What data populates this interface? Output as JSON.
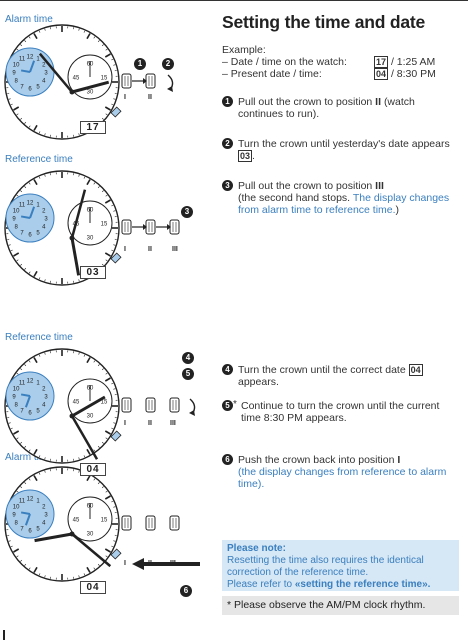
{
  "title": "Setting the time and date",
  "example": {
    "heading": "Example:",
    "row1_label": "– Date / time on the watch:",
    "row1_date": "17",
    "row1_value": "/ 1:25 AM",
    "row2_label": "– Present date / time:",
    "row2_date": "04",
    "row2_value": "/ 8:30 PM"
  },
  "steps": [
    {
      "num": "1",
      "text": "Pull out the crown to position",
      "bold": "II",
      "text2": "(watch continues to run)."
    },
    {
      "num": "2",
      "text": "Turn the crown until yesterday's date appears",
      "date": "03",
      "end": "."
    },
    {
      "num": "3",
      "text": "Pull out the crown to position",
      "bold": "III",
      "text2": "(the second hand stops.",
      "blue": "The display changes from alarm time to reference time.",
      "end": ")"
    },
    {
      "num": "4",
      "text": "Turn the crown until the correct date",
      "date": "04",
      "text2": "appears."
    },
    {
      "num": "5",
      "star": "*",
      "text": "Continue to turn the crown until the current time 8:30 PM appears."
    },
    {
      "num": "6",
      "text": "Push the crown back into position",
      "bold": "I",
      "blue": "(the display changes from reference to alarm time)."
    }
  ],
  "note": {
    "heading": "Please note:",
    "line1": "Resetting the time also requires the identical correction of the reference time.",
    "line2": "Please refer to",
    "link": "«setting the reference time».",
    "footnote": "* Please observe the AM/PM clock rhythm."
  },
  "illustrations": [
    {
      "label": "Alarm time",
      "date": "17",
      "positions": [
        "I",
        "II"
      ],
      "steps": [
        "1",
        "2"
      ]
    },
    {
      "label": "Reference time",
      "date": "03",
      "positions": [
        "I",
        "II",
        "III"
      ],
      "steps": [
        "3"
      ]
    },
    {
      "label": "Reference time",
      "date": "04",
      "positions": [
        "I",
        "II",
        "III"
      ],
      "steps": [
        "4",
        "5"
      ]
    },
    {
      "label": "Alarm time",
      "date": "04",
      "positions": [
        "I",
        "II",
        "III"
      ],
      "steps": [
        "6"
      ]
    }
  ],
  "dial": {
    "sub_numbers": [
      "12",
      "1",
      "2",
      "3",
      "4",
      "5",
      "6",
      "7",
      "8",
      "9",
      "10",
      "11"
    ],
    "chrono_numbers": [
      "60",
      "15",
      "30",
      "45"
    ]
  },
  "colors": {
    "accent": "#3a7fbf",
    "note_bg": "#d6e7f5",
    "footnote_bg": "#e6e6e6",
    "subdial": "#a9cdea"
  }
}
